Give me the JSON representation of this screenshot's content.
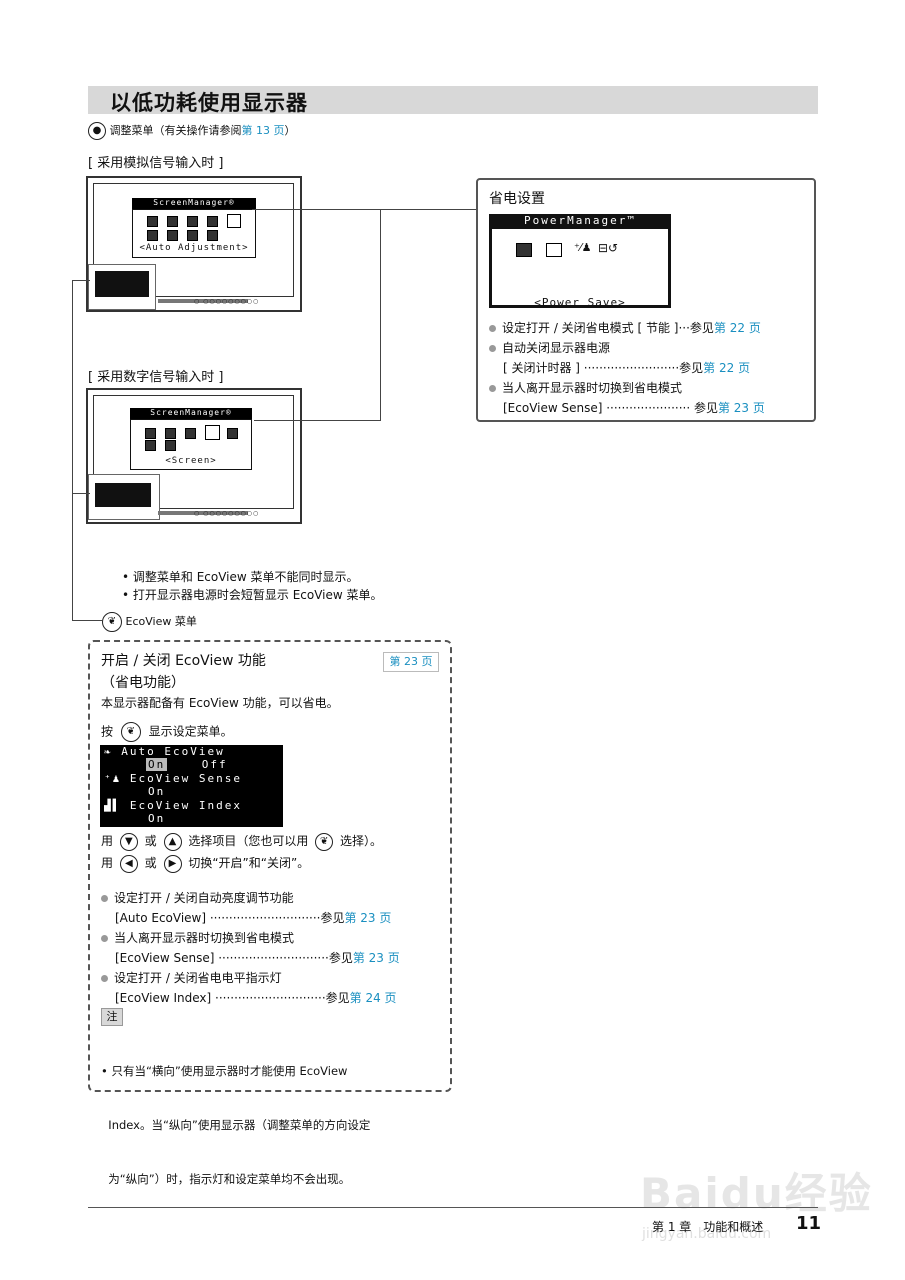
{
  "title": "以低功耗使用显示器",
  "adjust_menu": {
    "icon": "●",
    "label": "调整菜单",
    "ref_prefix": "（有关操作请参阅",
    "ref_link": "第 13 页",
    "ref_suffix": "）"
  },
  "analog_heading": "[ 采用模拟信号输入时 ]",
  "digital_heading": "[ 采用数字信号输入时 ]",
  "analog_osd": {
    "title": "ScreenManager®",
    "label": "<Auto Adjustment>"
  },
  "digital_osd": {
    "title": "ScreenManager®",
    "label": "<Screen>"
  },
  "power_panel": {
    "heading": "省电设置",
    "osd_title": "PowerManager™",
    "osd_label": "<Power Save>",
    "items": [
      {
        "text": "设定打开 / 关闭省电模式 [ 节能 ]···参见",
        "link": "第 22 页",
        "sub": ""
      },
      {
        "text": "自动关闭显示器电源",
        "link": "",
        "sub": "[ 关闭计时器 ] ·························参见",
        "sub_link": "第 22 页"
      },
      {
        "text": "当人离开显示器时切换到省电模式",
        "link": "",
        "sub": "[EcoView Sense] ······················ 参见",
        "sub_link": "第 23 页"
      }
    ]
  },
  "notes": [
    "• 调整菜单和 EcoView 菜单不能同时显示。",
    "• 打开显示器电源时会短暂显示 EcoView 菜单。"
  ],
  "ecoview_menu_label": "EcoView 菜单",
  "eco_box": {
    "heading_line1": "开启 / 关闭 EcoView 功能",
    "heading_line2": "（省电功能）",
    "page_ref": "第 23 页",
    "intro": "本显示器配备有 EcoView 功能，可以省电。",
    "press_prefix": "按",
    "press_suffix": "显示设定菜单。",
    "osd_rows": [
      {
        "icon": "leaf-icon",
        "label": "Auto EcoView"
      },
      {
        "values": [
          "On",
          "Off"
        ]
      },
      {
        "icon": "person-sensor-icon",
        "label": "EcoView Sense"
      },
      {
        "values": [
          "On"
        ]
      },
      {
        "icon": "index-meter-icon",
        "label": "EcoView Index"
      },
      {
        "values": [
          "On"
        ]
      }
    ],
    "instr1_prefix": "用",
    "instr1_or": "或",
    "instr1_suffix": "选择项目（您也可以用",
    "instr1_end": "选择）。",
    "instr2_prefix": "用",
    "instr2_or": "或",
    "instr2_suffix": "切换“开启”和“关闭”。",
    "items": [
      {
        "text": "设定打开 / 关闭自动亮度调节功能",
        "sub": "[Auto EcoView] ·····························参见",
        "link": "第 23 页"
      },
      {
        "text": "当人离开显示器时切换到省电模式",
        "sub": "[EcoView Sense] ·····························参见",
        "link": "第 23 页"
      },
      {
        "text": "设定打开 / 关闭省电电平指示灯",
        "sub": "[EcoView Index] ·····························参见",
        "link": "第 24 页"
      }
    ],
    "note_tag": "注",
    "note_lines": [
      "• 只有当“横向”使用显示器时才能使用 EcoView",
      "  Index。当“纵向”使用显示器（调整菜单的方向设定",
      "  为“纵向”）时，指示灯和设定菜单均不会出现。"
    ]
  },
  "footer": {
    "chapter": "第 1 章　功能和概述",
    "page": "11"
  },
  "watermark": {
    "main": "Baidu经验",
    "sub": "jingyan.baidu.com"
  }
}
